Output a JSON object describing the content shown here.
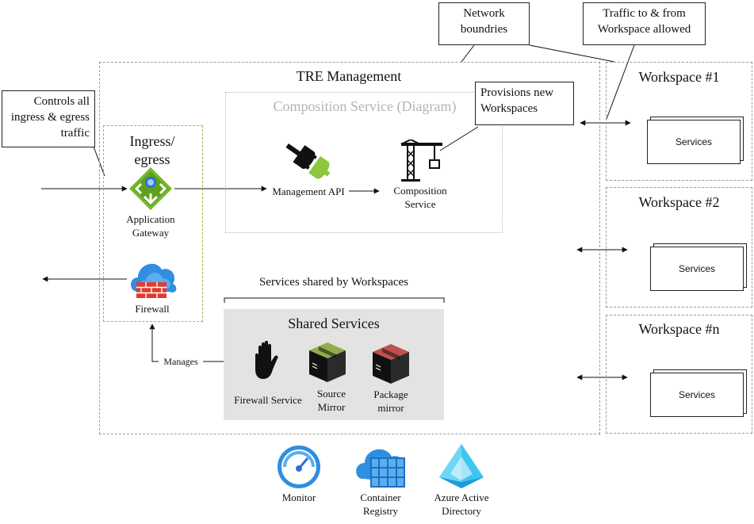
{
  "callouts": {
    "network_boundaries": "Network boundries",
    "traffic_workspace": "Traffic to & from Workspace allowed",
    "controls_ingress": "Controls all ingress & egress traffic",
    "provisions_workspaces": "Provisions new Workspaces"
  },
  "tre": {
    "title": "TRE Management",
    "composition_title": "Composition Service (Diagram)",
    "ingress_title": "Ingress/ egress",
    "app_gateway_label": "Application Gateway",
    "firewall_label": "Firewall",
    "management_api_label": "Management API",
    "composition_service_label": "Composition Service",
    "manages_label": "Manages",
    "shared_caption": "Services shared by Workspaces",
    "shared_title": "Shared Services",
    "firewall_service_label": "Firewall Service",
    "source_mirror_label": "Source Mirror",
    "package_mirror_label": "Package mirror"
  },
  "workspaces": [
    {
      "title": "Workspace #1",
      "services": "Services"
    },
    {
      "title": "Workspace #2",
      "services": "Services"
    },
    {
      "title": "Workspace #n",
      "services": "Services"
    }
  ],
  "bottom": {
    "monitor": "Monitor",
    "container_registry": "Container Registry",
    "azure_ad": "Azure Active Directory"
  },
  "colors": {
    "gateway_green": "#76b82a",
    "firewall_blue": "#2f8ee0",
    "firewall_red": "#e03c31",
    "shared_bg": "#e3e3e3",
    "aad_blue": "#3dc6f0"
  }
}
